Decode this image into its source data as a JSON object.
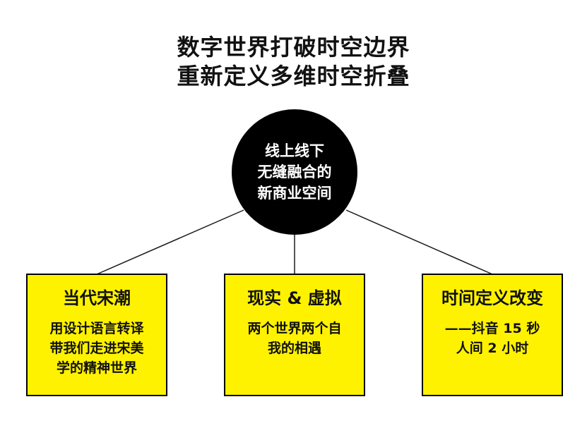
{
  "title": {
    "line1": "数字世界打破时空边界",
    "line2": "重新定义多维时空折叠"
  },
  "hub": {
    "lines": [
      "线上线下",
      "无缝融合的",
      "新商业空间"
    ],
    "color": "#000000"
  },
  "cards": [
    {
      "title": "当代宋潮",
      "body": [
        "用设计语言转译",
        "带我们走进宋美",
        "学的精神世界"
      ]
    },
    {
      "title": "现实 & 虚拟",
      "body": [
        "两个世界两个自",
        "我的相遇"
      ]
    },
    {
      "title": "时间定义改变",
      "body": [
        "——抖音 15 秒",
        "人间 2 小时"
      ]
    }
  ],
  "colors": {
    "card_fill": "#fff200",
    "outline": "#000000"
  }
}
